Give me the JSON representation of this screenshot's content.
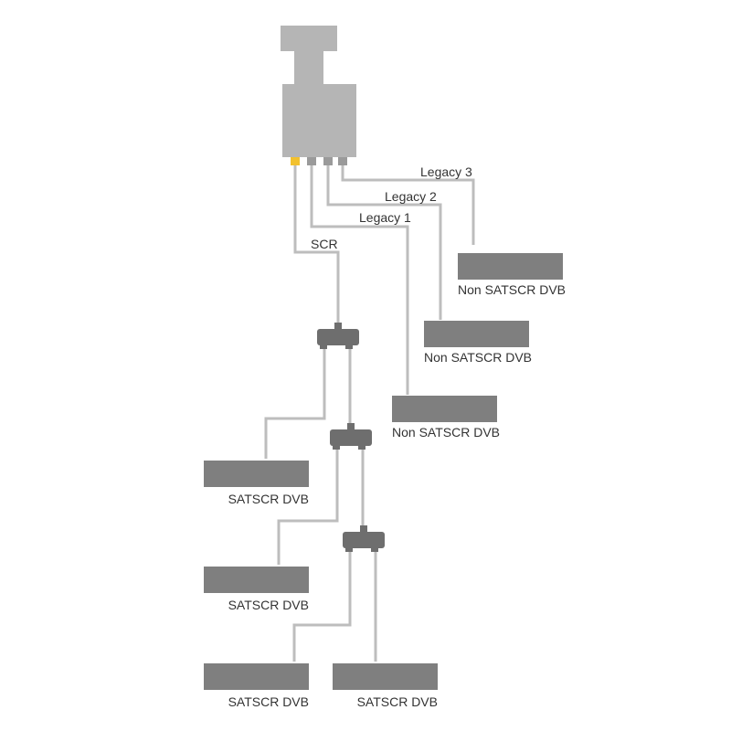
{
  "colors": {
    "lnb": "#b5b5b5",
    "box": "#7f7f7f",
    "splitter": "#6e6e6e",
    "wire": "#bdbdbd",
    "scr_port": "#f2c12e",
    "port": "#9a9a9a",
    "text": "#333333"
  },
  "labels": {
    "scr": "SCR",
    "legacy1": "Legacy 1",
    "legacy2": "Legacy 2",
    "legacy3": "Legacy 3"
  },
  "receivers": {
    "non1": "Non SATSCR DVB",
    "non2": "Non SATSCR DVB",
    "non3": "Non SATSCR DVB",
    "sat1": "SATSCR DVB",
    "sat2": "SATSCR DVB",
    "sat3": "SATSCR DVB",
    "sat4": "SATSCR DVB"
  },
  "icons": {
    "lnb": "lnb-device-icon",
    "splitter": "splitter-icon"
  }
}
